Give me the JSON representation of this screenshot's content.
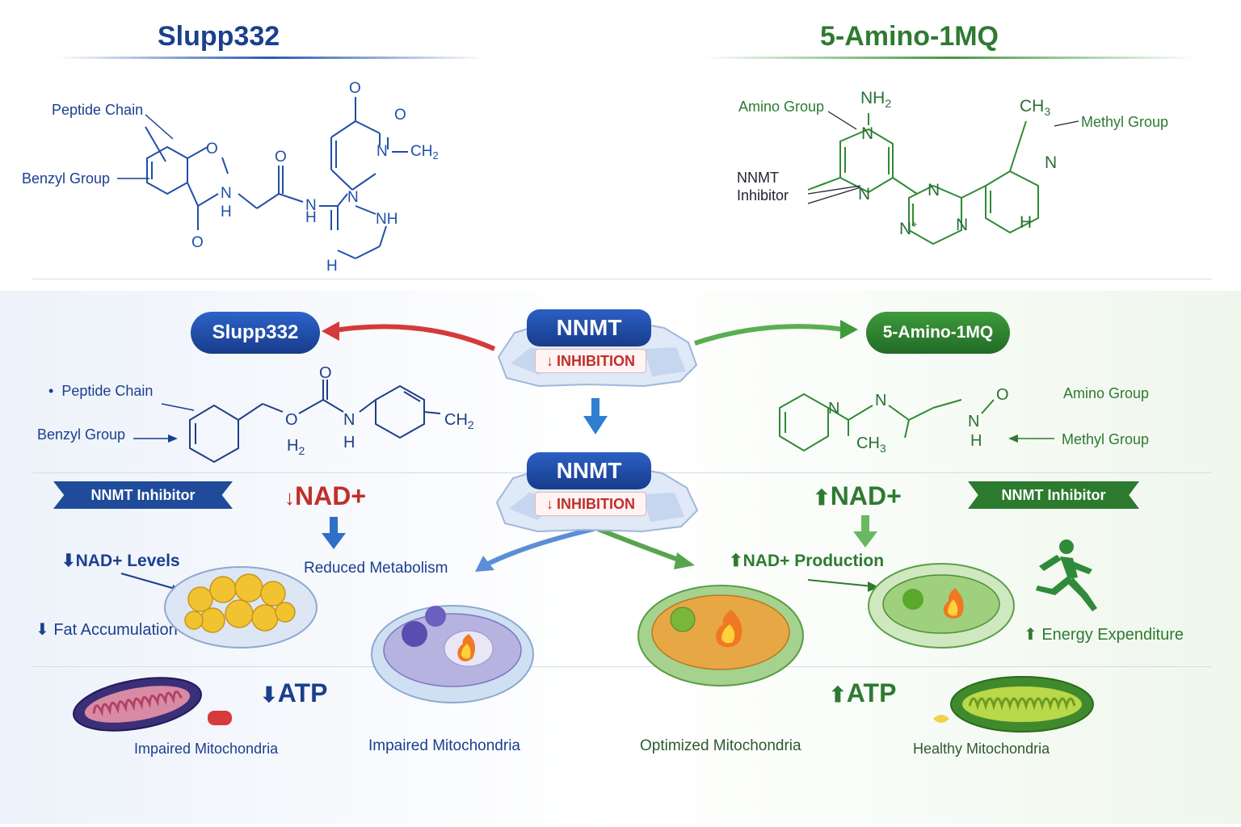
{
  "left": {
    "title": "Slupp332",
    "structure_labels": {
      "peptide_chain": "Peptide Chain",
      "benzyl_group": "Benzyl Group"
    },
    "pill": "Slupp332",
    "mid_labels": {
      "peptide_chain": "Peptide Chain",
      "benzyl_group": "Benzyl Group"
    },
    "ribbon": "NNMT Inhibitor",
    "nad": "NAD+",
    "nad_levels": "NAD+ Levels",
    "fat": "Fat Accumulation",
    "reduced_metabolism": "Reduced Metabolism",
    "atp": "ATP",
    "mito_label_1": "Impaired Mitochondria",
    "mito_label_2": "Impaired Mitochondria"
  },
  "right": {
    "title": "5-Amino-1MQ",
    "structure_labels": {
      "amino_group": "Amino Group",
      "methyl_group": "Methyl Group",
      "nnmt_inhibitor_1": "NNMT",
      "nnmt_inhibitor_2": "Inhibitor"
    },
    "pill": "5-Amino-1MQ",
    "mid_labels": {
      "amino_group": "Amino Group",
      "methyl_group": "Methyl Group"
    },
    "ribbon": "NNMT Inhibitor",
    "nad": "NAD+",
    "nad_production": "NAD+ Production",
    "energy": "Energy Expenditure",
    "atp": "ATP",
    "mito_label_1": "Optimized Mitochondria",
    "mito_label_2": "Healthy Mitochondria"
  },
  "center": {
    "nnmt_1": "NNMT",
    "inhibition_1": "INHIBITION",
    "nnmt_2": "NNMT",
    "inhibition_2": "INHIBITION"
  },
  "chem": {
    "left_top": {
      "o1": "O",
      "o2": "O",
      "o3": "O",
      "o4": "O",
      "o5": "O",
      "n1": "N",
      "n2": "N",
      "n3": "N",
      "n4": "N",
      "h1": "H",
      "h2": "H",
      "h3": "H",
      "nh": "NH",
      "ch2": "CH",
      "ch2_sub": "2"
    },
    "left_mid": {
      "o1": "O",
      "o2": "O",
      "n": "N",
      "h": "H",
      "h2": "H",
      "h2_sub": "2",
      "ch2": "CH",
      "ch2_sub": "2"
    },
    "right_top": {
      "nh2": "NH",
      "nh2_sub": "2",
      "n1": "N",
      "n2": "N",
      "n3": "N",
      "n4": "N",
      "n5": "N",
      "n6": "N",
      "plus": "+",
      "h": "H",
      "ch3": "CH",
      "ch3_sub": "3"
    },
    "right_mid": {
      "n1": "N",
      "n2": "N",
      "n3": "N",
      "o": "O",
      "h": "H",
      "ch3": "CH",
      "ch3_sub": "3"
    }
  },
  "colors": {
    "blue": "#1a3f8f",
    "green": "#2e7a32",
    "red": "#c0302a"
  }
}
